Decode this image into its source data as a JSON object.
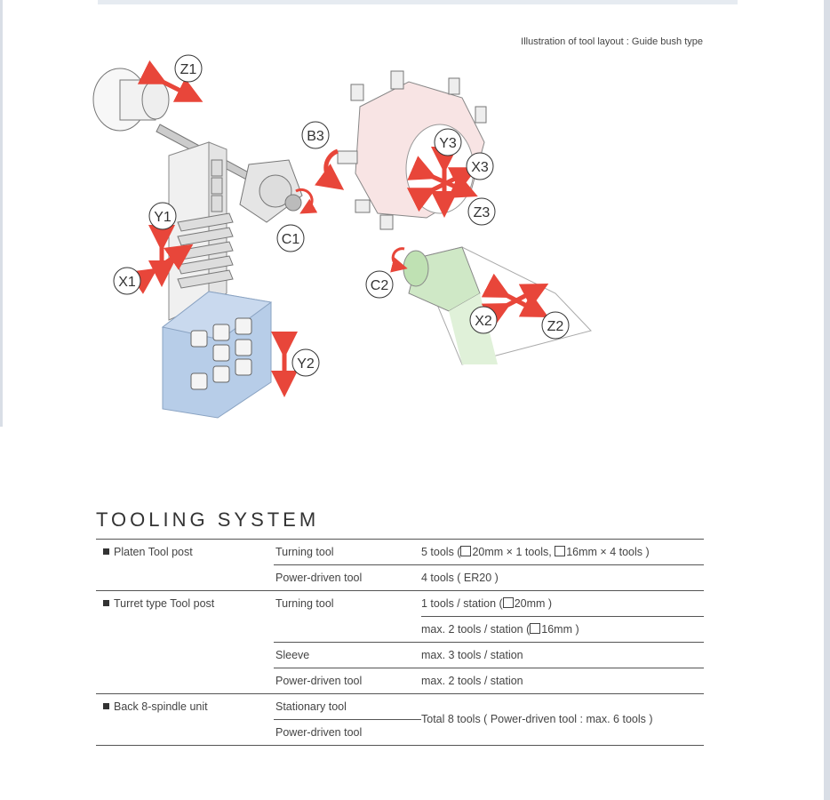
{
  "caption": "Illustration of tool layout : Guide bush type",
  "axes": {
    "z1": "Z1",
    "y1": "Y1",
    "x1": "X1",
    "c1": "C1",
    "b3": "B3",
    "y3": "Y3",
    "x3": "X3",
    "z3": "Z3",
    "c2": "C2",
    "x2": "X2",
    "z2": "Z2",
    "y2": "Y2"
  },
  "colors": {
    "arrow": "#e8463a",
    "turret_tint": "#f8e4e4",
    "spindle_tint": "#cfe8c6",
    "block_tint": "#b7cde8"
  },
  "section_title": "TOOLING SYSTEM",
  "table": {
    "r1": {
      "group": "Platen Tool post",
      "tool": "Turning tool",
      "pre": "5 tools (",
      "s1": "20mm × 1 tools,",
      "s2": "16mm × 4 tools )"
    },
    "r2": {
      "tool": "Power-driven tool",
      "spec": "4 tools ( ER20 )"
    },
    "r3": {
      "group": "Turret type Tool post",
      "tool": "Turning tool",
      "pre": "1 tools / station (",
      "s1": "20mm )"
    },
    "r4": {
      "pre": "max. 2 tools / station (",
      "s1": "16mm )"
    },
    "r5": {
      "tool": "Sleeve",
      "spec": "max. 3 tools / station"
    },
    "r6": {
      "tool": "Power-driven tool",
      "spec": "max. 2 tools / station"
    },
    "r7": {
      "group": "Back 8-spindle unit",
      "tool": "Stationary tool",
      "spec": "Total 8 tools ( Power-driven tool : max. 6 tools )"
    },
    "r8": {
      "tool": "Power-driven tool"
    }
  }
}
